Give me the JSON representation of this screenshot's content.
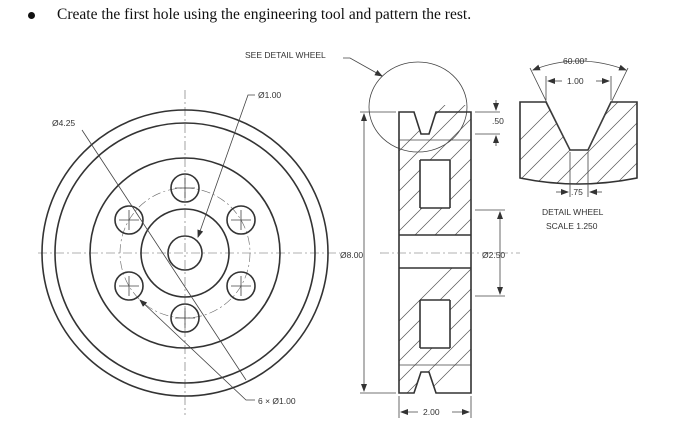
{
  "instruction": "Create the first hole using the engineering tool and pattern the rest.",
  "labels": {
    "see_detail": "SEE DETAIL WHEEL",
    "hole_dia": "Ø1.00",
    "outer_dia": "Ø4.25",
    "hole_pattern": "6 × Ø1.00",
    "wheel_dia": "Ø8.00",
    "hub_dia": "Ø2.50",
    "groove_depth": ".50",
    "width": "2.00",
    "detail_angle": "60.00°",
    "detail_top_width": "1.00",
    "detail_bottom_width": ".75",
    "detail_title": "DETAIL WHEEL",
    "detail_scale": "SCALE 1.250"
  }
}
